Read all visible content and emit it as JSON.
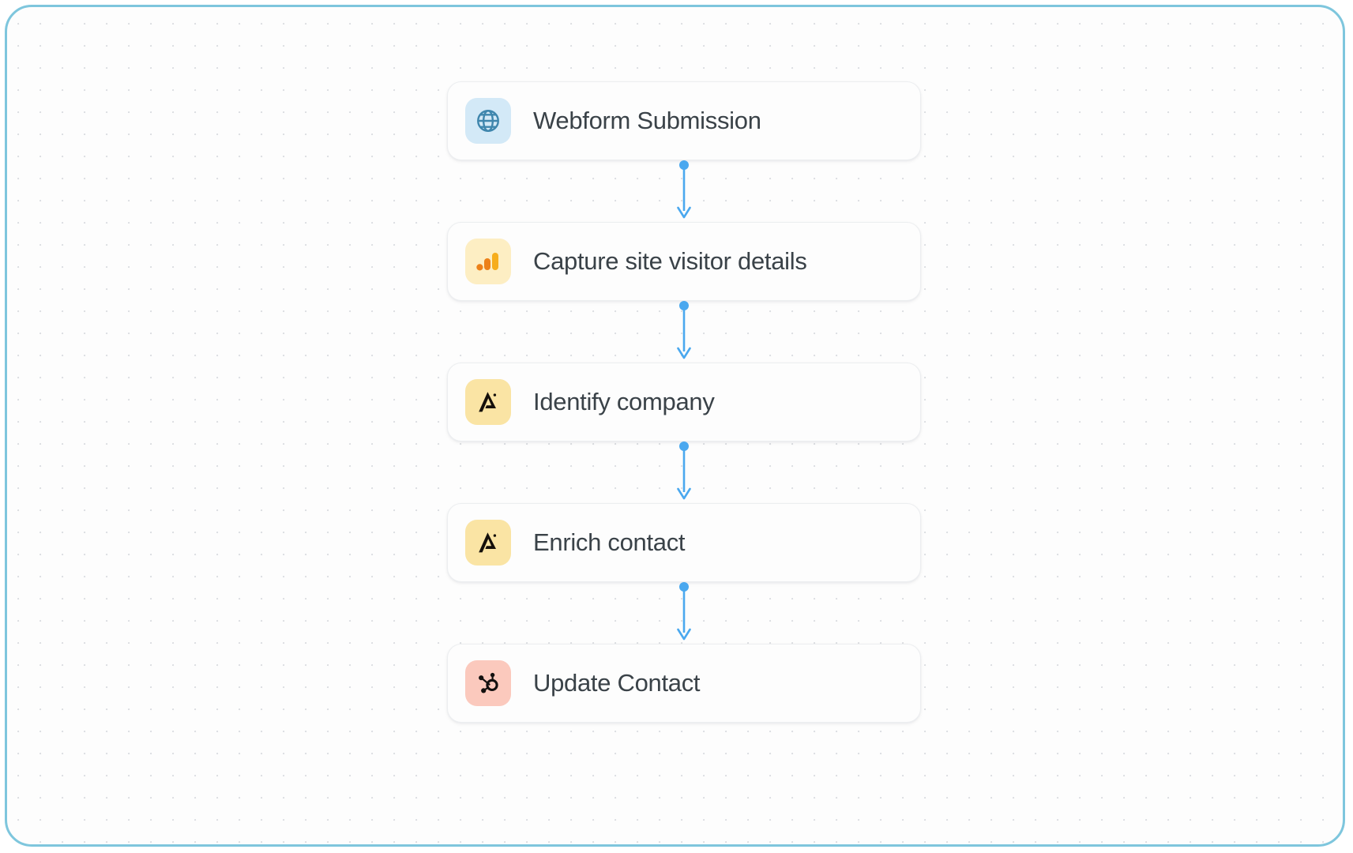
{
  "canvas": {
    "border_color": "#7ec6dd",
    "background_color": "#fdfdfd",
    "grid_dot_color": "#dcdee2"
  },
  "flow": {
    "accent_color": "#4aa8ef",
    "nodes": [
      {
        "id": "webform-submission",
        "label": "Webform Submission",
        "icon": "globe-icon",
        "icon_style": "icon-globe",
        "icon_bg": "#d3e9f7",
        "icon_fg": "#3f86ad"
      },
      {
        "id": "capture-site-visitor-details",
        "label": "Capture site visitor details",
        "icon": "google-analytics-icon",
        "icon_style": "icon-ga",
        "icon_bg": "#fdeec3",
        "icon_fg": "#f5a623"
      },
      {
        "id": "identify-company",
        "label": "Identify company",
        "icon": "apollo-icon",
        "icon_style": "icon-apollo",
        "icon_bg": "#fae4a4",
        "icon_fg": "#15100b"
      },
      {
        "id": "enrich-contact",
        "label": "Enrich contact",
        "icon": "apollo-icon",
        "icon_style": "icon-apollo",
        "icon_bg": "#fae4a4",
        "icon_fg": "#15100b"
      },
      {
        "id": "update-contact",
        "label": "Update Contact",
        "icon": "hubspot-icon",
        "icon_style": "icon-hubspot",
        "icon_bg": "#fbc9bd",
        "icon_fg": "#13100f"
      }
    ],
    "connectors": [
      {
        "from": "webform-submission",
        "to": "capture-site-visitor-details"
      },
      {
        "from": "capture-site-visitor-details",
        "to": "identify-company"
      },
      {
        "from": "identify-company",
        "to": "enrich-contact"
      },
      {
        "from": "enrich-contact",
        "to": "update-contact"
      }
    ]
  }
}
